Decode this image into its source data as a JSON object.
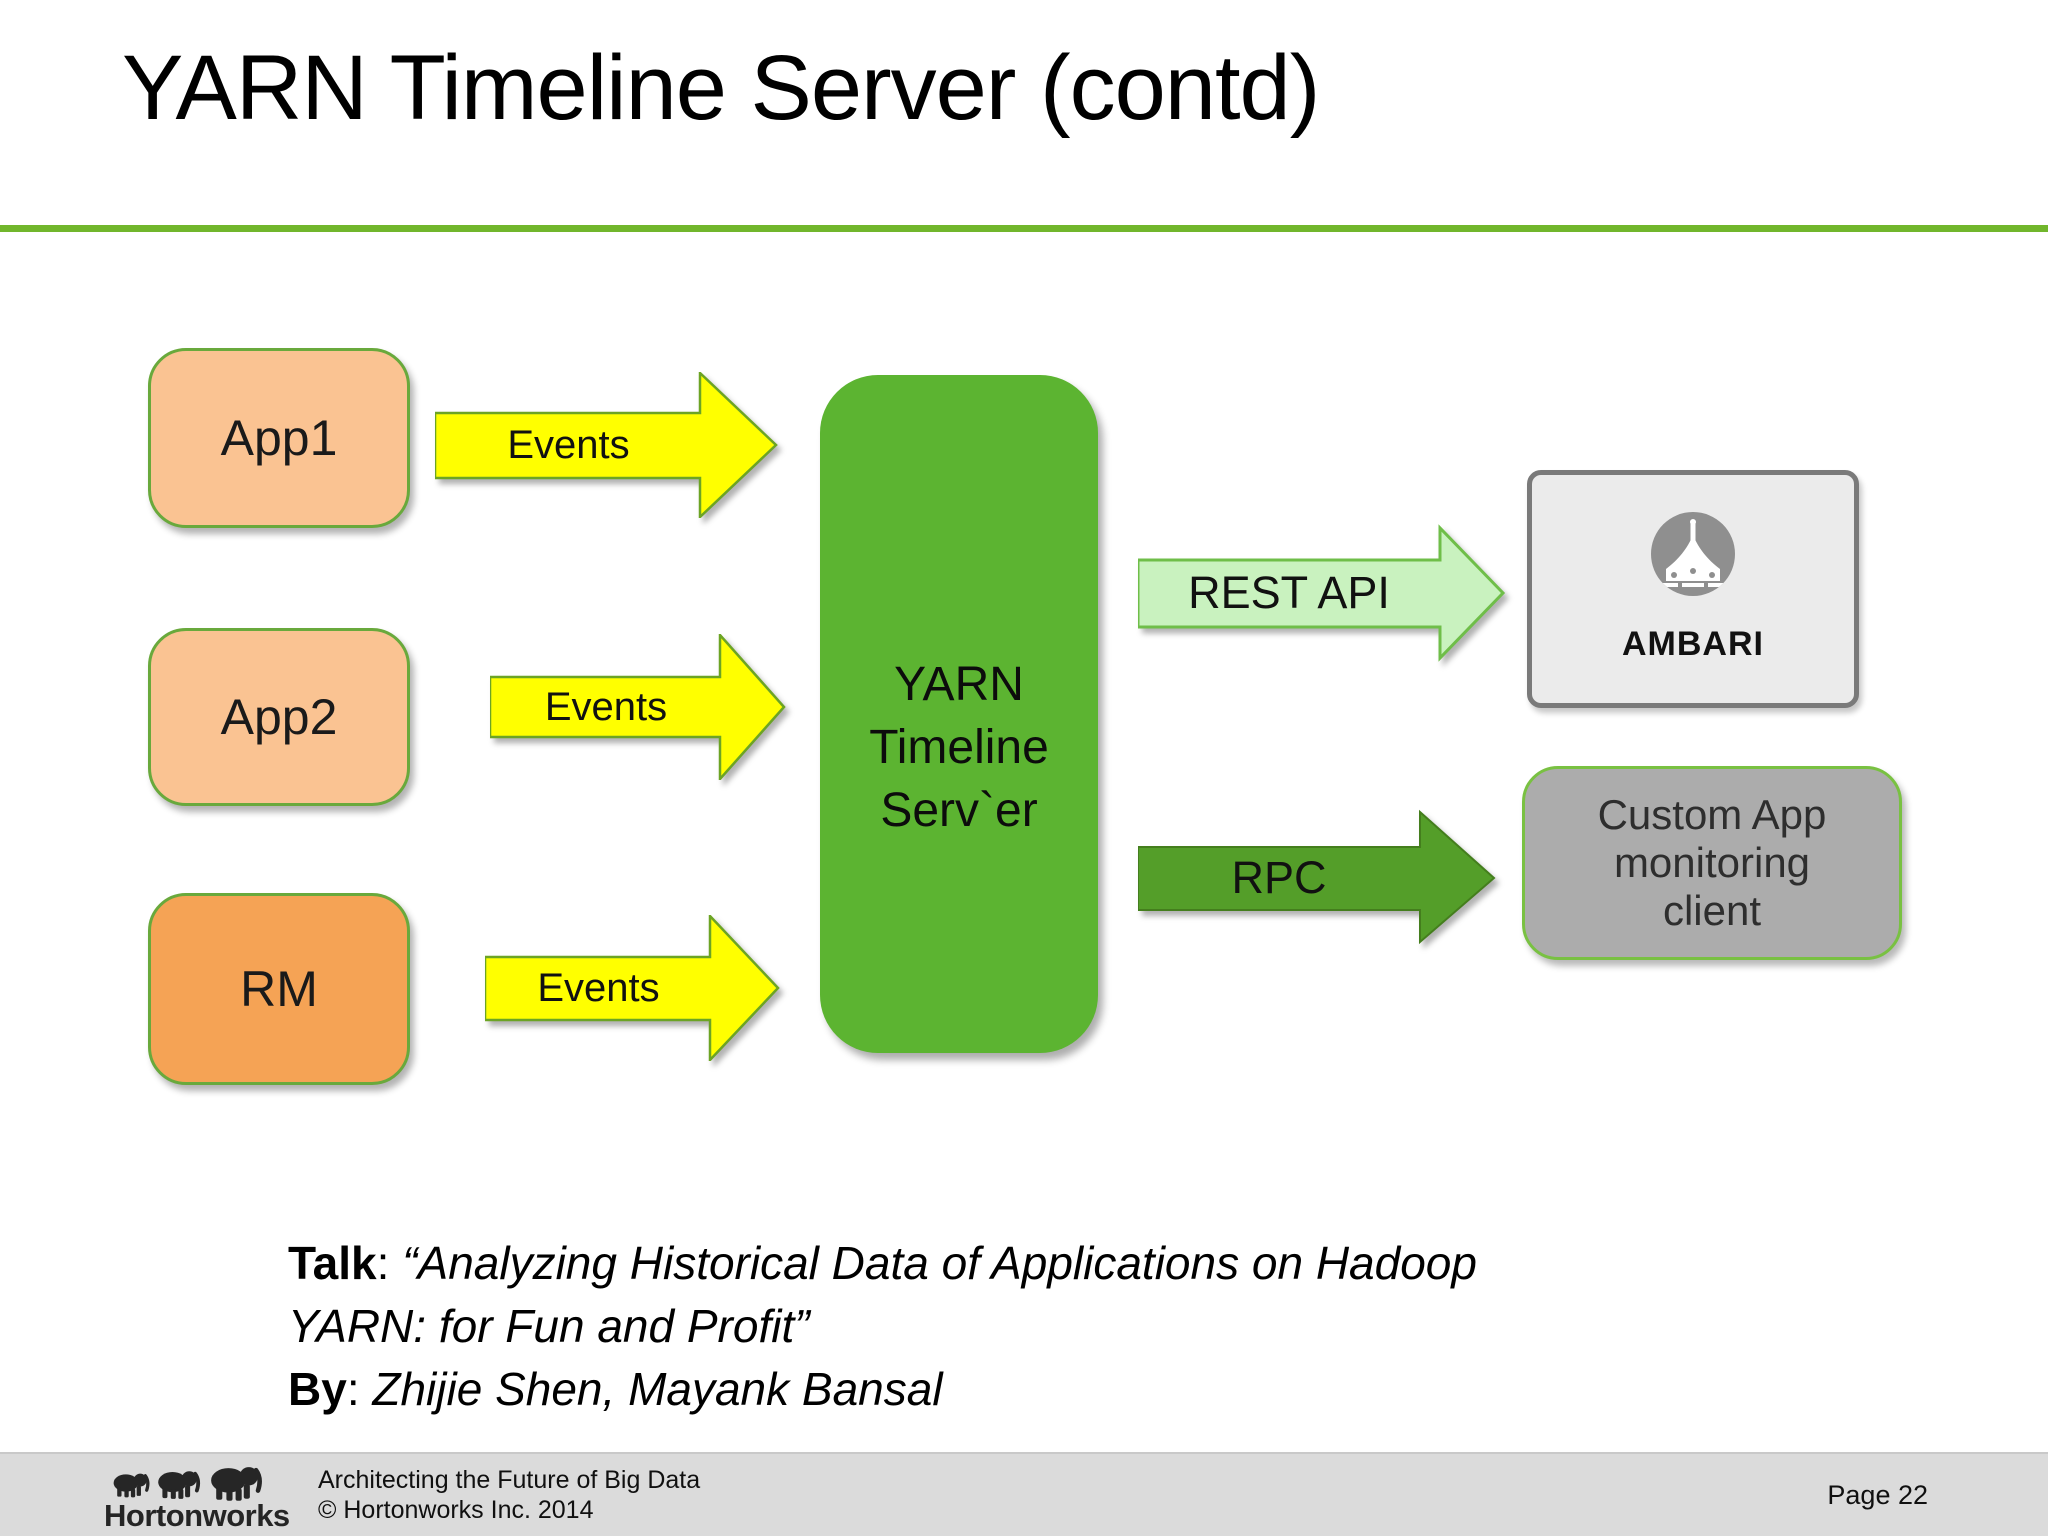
{
  "slide": {
    "title": "YARN Timeline Server (contd)",
    "page_label": "Page 22",
    "footer": {
      "tagline": "Architecting the Future of Big Data",
      "copyright": "© Hortonworks Inc. 2014",
      "brand": "Hortonworks"
    },
    "colors": {
      "divider_green": "#71B62C",
      "server_green": "#5CB431",
      "arrow_yellow": "#FFFF00",
      "rest_arrow_green": "#C9F2BF",
      "rpc_arrow_green": "#549E29",
      "app_box_orange": "#FAC392",
      "rm_box_orange": "#F5A355",
      "client_box_gray": "#ACACAC",
      "ambari_box_gray": "#EBEBEB",
      "footer_gray": "#DBDBDB"
    }
  },
  "diagram": {
    "sources": [
      {
        "label": "App1"
      },
      {
        "label": "App2"
      },
      {
        "label": "RM"
      }
    ],
    "event_arrows": [
      {
        "label": "Events"
      },
      {
        "label": "Events"
      },
      {
        "label": "Events"
      }
    ],
    "server": {
      "lines": [
        "YARN",
        "Timeline",
        "Serv`er"
      ]
    },
    "rest_arrow": {
      "label": "REST API"
    },
    "rpc_arrow": {
      "label": "RPC"
    },
    "ambari": {
      "label": "AMBARI"
    },
    "custom_client": {
      "lines": [
        "Custom App",
        "monitoring",
        "client"
      ]
    }
  },
  "talk": {
    "talk_label": "Talk",
    "sep": ": ",
    "quote_line1": "“Analyzing Historical Data of Applications on Hadoop",
    "quote_line2": "YARN: for Fun and Profit”",
    "by_label": "By",
    "by_text": "Zhijie Shen, Mayank Bansal"
  }
}
